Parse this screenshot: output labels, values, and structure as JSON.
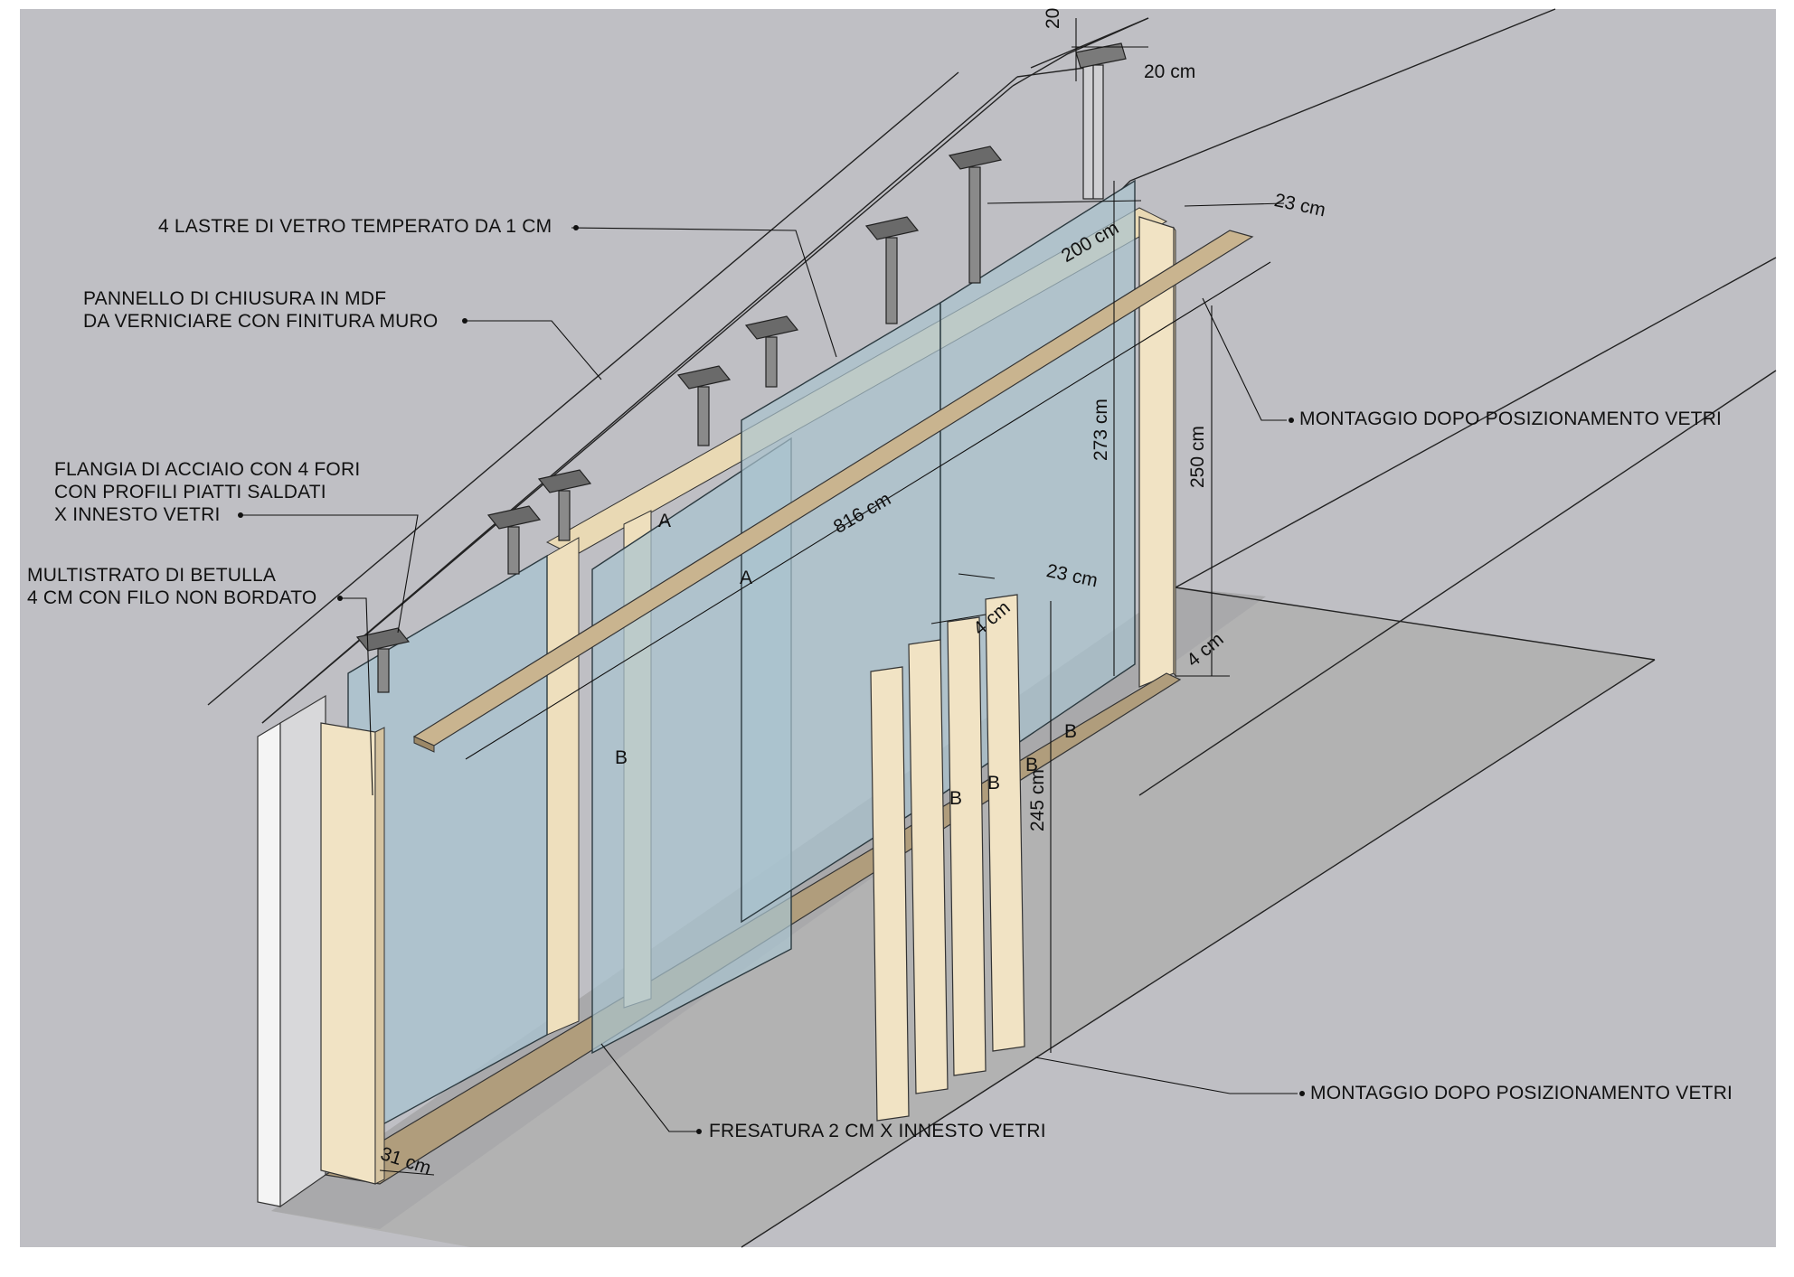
{
  "labels": {
    "glass": "4 LASTRE DI VETRO TEMPERATO DA 1 CM",
    "mdf_line1": "PANNELLO DI CHIUSURA IN MDF",
    "mdf_line2": "DA VERNICIARE CON FINITURA MURO",
    "flange_line1": "FLANGIA DI ACCIAIO CON 4 FORI",
    "flange_line2": "CON PROFILI PIATTI SALDATI",
    "flange_line3": "X INNESTO VETRI",
    "birch_line1": "MULTISTRATO DI BETULLA",
    "birch_line2": "4 CM CON FILO NON BORDATO",
    "mount_top": "MONTAGGIO DOPO POSIZIONAMENTO VETRI",
    "mount_bottom": "MONTAGGIO DOPO POSIZIONAMENTO VETRI",
    "milling": "FRESATURA 2 CM X INNESTO VETRI"
  },
  "dimensions": {
    "top_20_vertical": "20",
    "top_20_horizontal": "20 cm",
    "width_23_top": "23 cm",
    "width_200": "200 cm",
    "height_273": "273 cm",
    "height_250": "250 cm",
    "length_816": "816 cm",
    "width_23_mid": "23 cm",
    "thickness_4_mid": "4 cm",
    "thickness_4_right": "4 cm",
    "height_245": "245 cm",
    "depth_31": "31 cm"
  },
  "part_tags": {
    "a1": "A",
    "a2": "A",
    "b1": "B",
    "b2": "B",
    "b3": "B",
    "b4": "B",
    "b5": "B"
  },
  "colors": {
    "background": "#bfbfc4",
    "floor": "#b0b0b0",
    "wall": "#f2f2f2",
    "birch": "#f1e3c4",
    "oak": "#c9b48f",
    "glass": "#a9c3cf",
    "steel": "#5a5a5a"
  }
}
